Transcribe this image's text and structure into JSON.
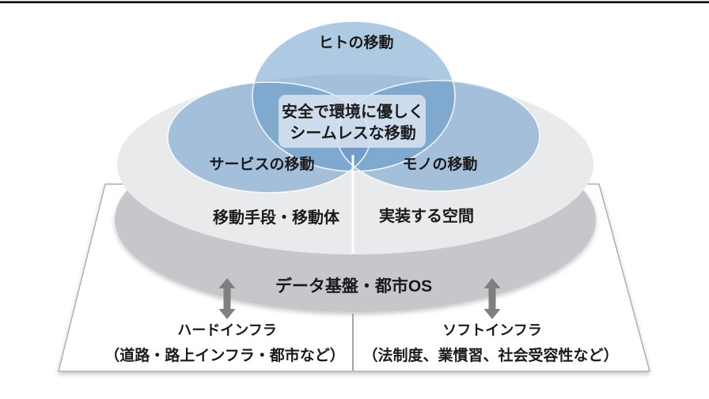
{
  "diagram": {
    "venn": {
      "top_label": "ヒトの移動",
      "left_label": "サービスの移動",
      "right_label": "モノの移動",
      "center_line1": "安全で環境に優しく",
      "center_line2": "シームレスな移動"
    },
    "mobility_layer": {
      "left_label": "移動手段・移動体",
      "right_label": "実装する空間"
    },
    "data_layer": {
      "label": "データ基盤・都市OS"
    },
    "infrastructure": {
      "hard_title": "ハードインフラ",
      "hard_detail": "（道路・路上インフラ・都市など）",
      "soft_title": "ソフトインフラ",
      "soft_detail": "（法制度、業慣習、社会受容性など）"
    },
    "colors": {
      "venn_blue": "#5E93C5",
      "center_text_blue": "#1B63B5",
      "badge_bg": "#D7E3F0",
      "upper_ellipse_gray": "#E8EAEC",
      "lower_ellipse_gray": "#C5C7CA",
      "arrow_gray": "#7F7F7F",
      "plane_border_gray": "#ACACAC",
      "top_rule_black": "#000000",
      "text_color": "#1A1A1A"
    }
  }
}
